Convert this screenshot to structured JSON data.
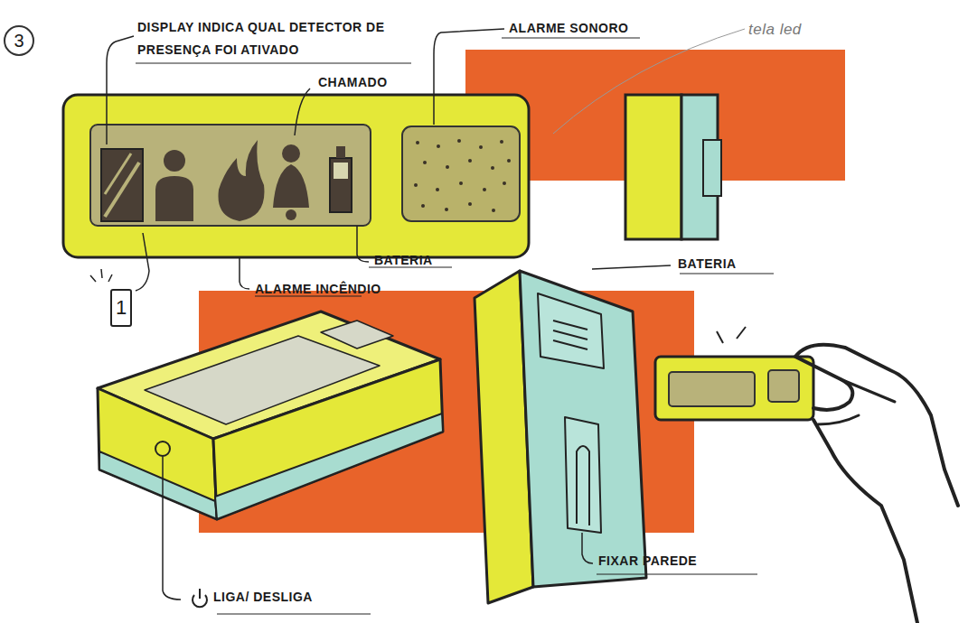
{
  "diagram": {
    "nodes": [
      {
        "text": [
          "3"
        ]
      },
      {
        "text": [
          "1"
        ]
      }
    ],
    "labels": [
      "DISPLAY INDICA QUAL DETECTOR DE PRESENÇA FOI ATIVADO",
      "CHAMADO",
      "ALARME SONORO",
      "tela led",
      "BATERIA",
      "ALARME INCÊNDIO",
      "BATERIA",
      "LIGA/ DESLIGA",
      "FIXAR PAREDE"
    ]
  }
}
